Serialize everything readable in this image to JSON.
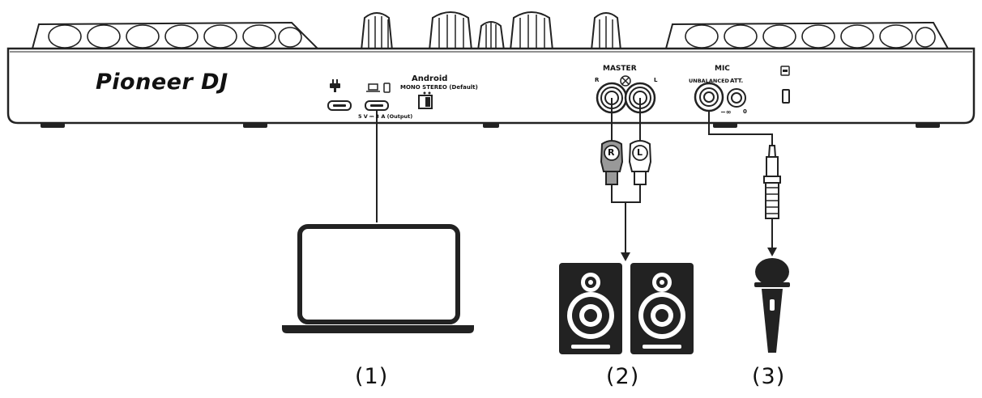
{
  "brand": {
    "logo": "Pioneer DJ"
  },
  "panel": {
    "android_title": "Android",
    "android_modes": "MONO  STEREO (Default)",
    "usb_rating": "5 V ⎓ 3 A (Output)",
    "master_label": "MASTER",
    "master_r": "R",
    "master_l": "L",
    "mic_label": "MIC",
    "mic_unbalanced": "UNBALANCED",
    "mic_att": "ATT.",
    "mic_att_min": "−∞",
    "mic_att_max": "0"
  },
  "plugs": {
    "right": "R",
    "left": "L"
  },
  "captions": {
    "laptop": "(1)",
    "speakers": "(2)",
    "mic": "(3)"
  }
}
